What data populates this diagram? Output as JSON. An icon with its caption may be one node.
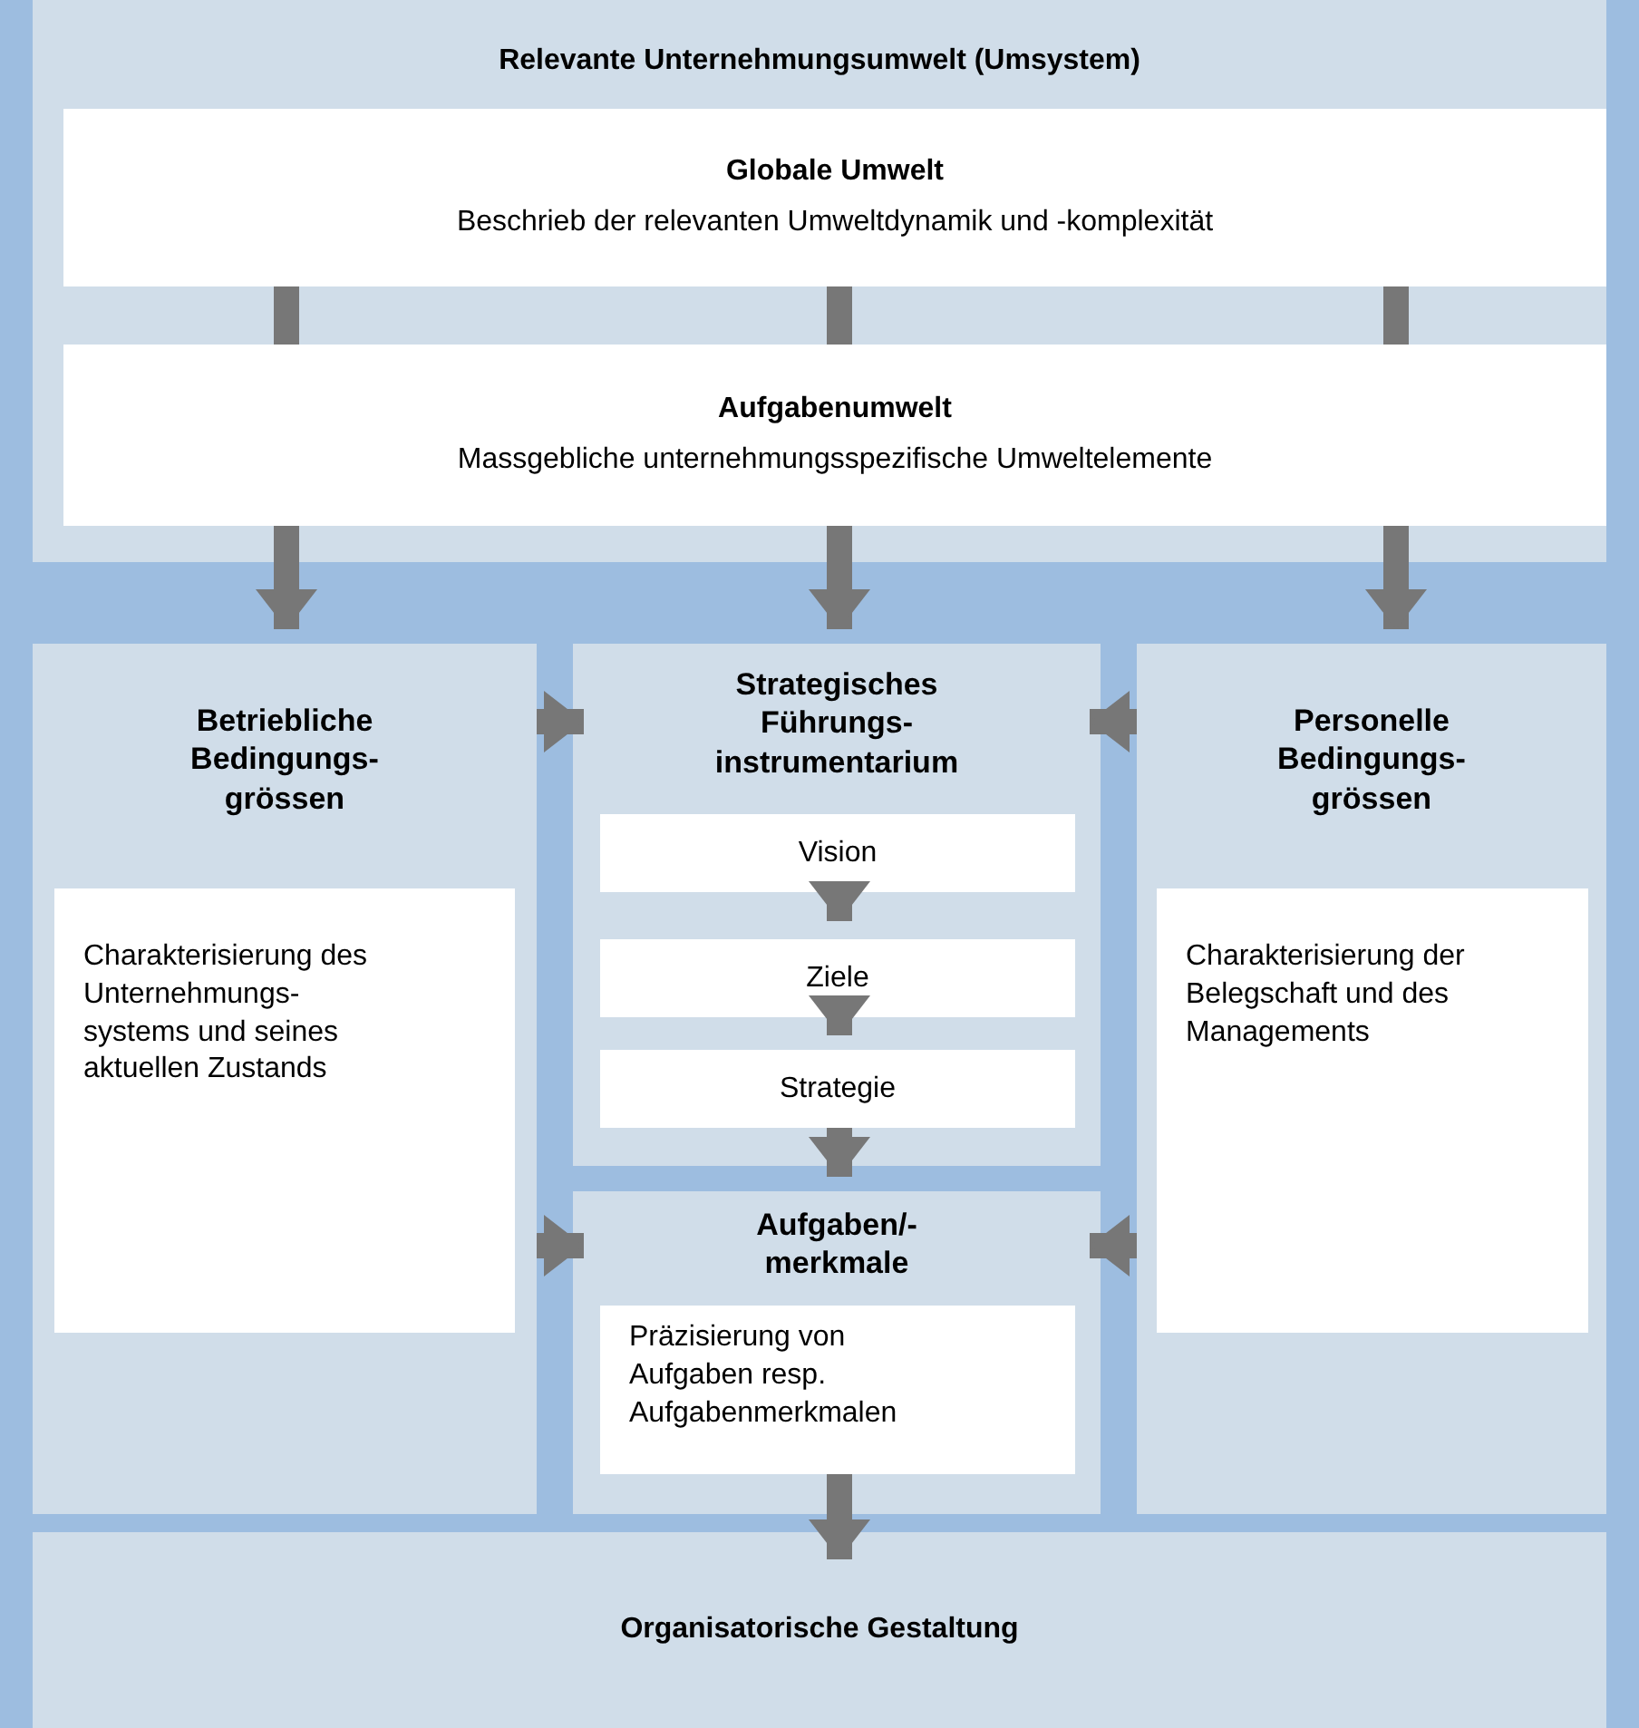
{
  "diagram": {
    "nodes": [
      {
        "text": [
          "Relevante Unternehmungsumwelt (Umsystem)"
        ]
      },
      {
        "text": [
          "Globale Umwelt",
          "Beschrieb der relevanten Umweltdynamik und -komplexität"
        ],
        "in": 0
      },
      {
        "text": [
          "Aufgabenumwelt",
          "Massgebliche unternehmungsspezifische Umweltelemente"
        ],
        "in": 0
      },
      {
        "text": [
          "Betriebliche Bedingungs- grössen"
        ]
      },
      {
        "text": [
          "Charakterisierung des Unternehmungs- systems und seines aktuellen Zustands"
        ],
        "in": 3
      },
      {
        "text": [
          "Strategisches Führungs- instrumentarium"
        ]
      },
      {
        "text": [
          "Vision"
        ],
        "in": 5
      },
      {
        "text": [
          "Ziele"
        ],
        "in": 5
      },
      {
        "text": [
          "Strategie"
        ],
        "in": 5
      },
      {
        "text": [
          "Aufgaben/- merkmale"
        ]
      },
      {
        "text": [
          "Präzisierung von Aufgaben resp. Aufgabenmerkmalen"
        ],
        "in": 9
      },
      {
        "text": [
          "Personelle Bedingungs- grössen"
        ]
      },
      {
        "text": [
          "Charakterisierung der Belegschaft und des Managements"
        ],
        "in": 11
      },
      {
        "text": [
          "Organisatorische Gestaltung"
        ]
      }
    ],
    "edges": [
      {
        "from": 1,
        "to": 2,
        "arrow": "none"
      },
      {
        "from": 1,
        "to": 2,
        "arrow": "none"
      },
      {
        "from": 1,
        "to": 2,
        "arrow": "none"
      },
      {
        "from": 2,
        "to": 3,
        "arrow": "to"
      },
      {
        "from": 2,
        "to": 5,
        "arrow": "to"
      },
      {
        "from": 2,
        "to": 11,
        "arrow": "to"
      },
      {
        "from": 3,
        "to": 5,
        "arrow": "to"
      },
      {
        "from": 11,
        "to": 5,
        "arrow": "to"
      },
      {
        "from": 6,
        "to": 7,
        "arrow": "to"
      },
      {
        "from": 7,
        "to": 8,
        "arrow": "to"
      },
      {
        "from": 8,
        "to": 9,
        "arrow": "to"
      },
      {
        "from": 3,
        "to": 9,
        "arrow": "to"
      },
      {
        "from": 11,
        "to": 9,
        "arrow": "to"
      },
      {
        "from": 10,
        "to": 13,
        "arrow": "to"
      }
    ]
  }
}
